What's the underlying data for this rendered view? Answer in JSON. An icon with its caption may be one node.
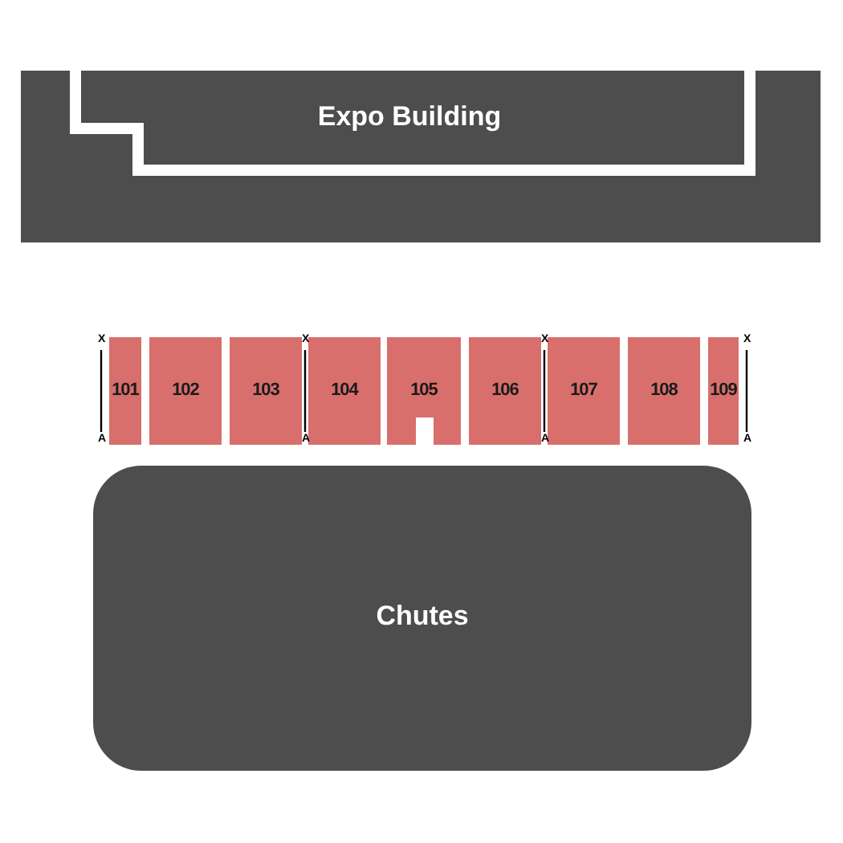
{
  "diagram": {
    "nodes": [
      {
        "text": [
          "Expo Building"
        ]
      },
      {
        "text": [
          "101"
        ]
      },
      {
        "text": [
          "102"
        ]
      },
      {
        "text": [
          "103"
        ]
      },
      {
        "text": [
          "104"
        ]
      },
      {
        "text": [
          "105"
        ]
      },
      {
        "text": [
          "106"
        ]
      },
      {
        "text": [
          "107"
        ]
      },
      {
        "text": [
          "108"
        ]
      },
      {
        "text": [
          "109"
        ]
      },
      {
        "text": [
          "Chutes"
        ]
      }
    ],
    "labels": [
      "X",
      "X",
      "X",
      "X",
      "A",
      "A",
      "A",
      "A"
    ]
  }
}
